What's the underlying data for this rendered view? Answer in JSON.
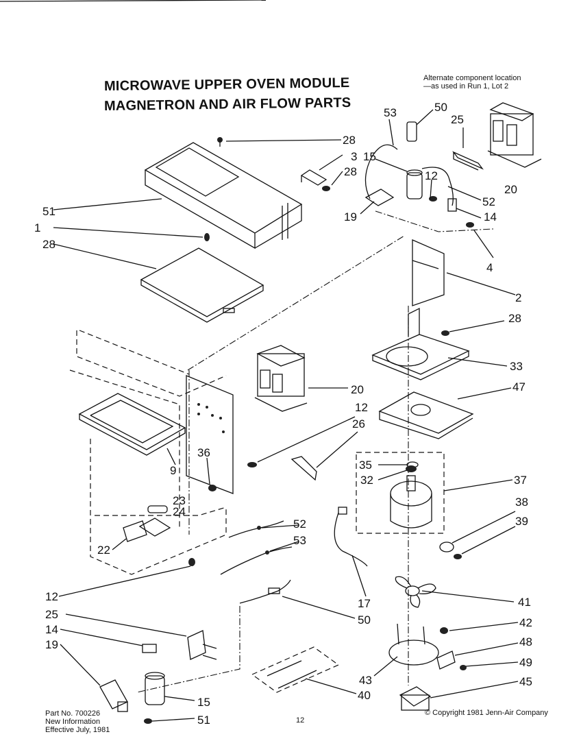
{
  "title_lines": [
    "MICROWAVE UPPER OVEN MODULE",
    "MAGNETRON AND AIR FLOW PARTS"
  ],
  "alternate_note": [
    "Alternate component location",
    "—as used in Run 1, Lot 2"
  ],
  "footer": {
    "part_no": "Part No. 700226",
    "new_info": "New Information",
    "effective": "Effective July, 1981",
    "page_number": "12",
    "copyright": "© Copyright 1981 Jenn-Air Company"
  },
  "callouts": [
    "53",
    "50",
    "25",
    "28",
    "3",
    "28",
    "15",
    "12",
    "52",
    "20",
    "19",
    "14",
    "51",
    "1",
    "28",
    "4",
    "2",
    "28",
    "33",
    "47",
    "20",
    "12",
    "26",
    "36",
    "35",
    "32",
    "37",
    "9",
    "23",
    "24",
    "38",
    "39",
    "52",
    "53",
    "22",
    "12",
    "17",
    "41",
    "50",
    "25",
    "42",
    "14",
    "48",
    "19",
    "49",
    "43",
    "45",
    "40",
    "15",
    "51"
  ]
}
